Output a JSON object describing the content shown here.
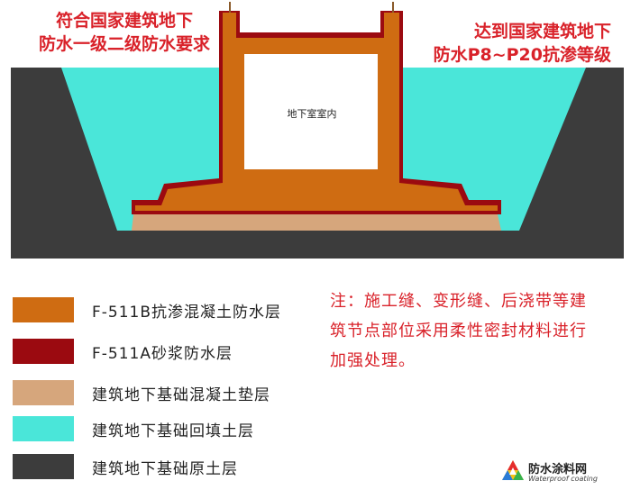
{
  "callouts": {
    "left": "符合国家建筑地下\n防水一级二级防水要求",
    "right": "达到国家建筑地下\n防水P8~P20抗渗等级"
  },
  "diagram": {
    "room_label": "地下室室内"
  },
  "legend": [
    {
      "label": "F-511B抗渗混凝土防水层",
      "color": "#cf6c12"
    },
    {
      "label": "F-511A砂浆防水层",
      "color": "#9b0a10"
    },
    {
      "label": "建筑地下基础混凝土垫层",
      "color": "#d6a67c"
    },
    {
      "label": "建筑地下基础回填土层",
      "color": "#4ae6d9"
    },
    {
      "label": "建筑地下基础原土层",
      "color": "#3c3c3c"
    }
  ],
  "note": "注：施工缝、变形缝、后浇带等建筑节点部位采用柔性密封材料进行加强处理。",
  "logo": {
    "name": "防水涂料网",
    "subtitle": "Waterproof coating",
    "colors": [
      "#e52c2c",
      "#f6c21a",
      "#2a7bd6",
      "#37b24d"
    ]
  }
}
